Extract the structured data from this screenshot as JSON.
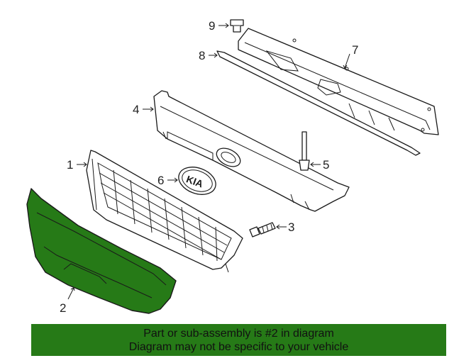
{
  "diagram": {
    "callouts": [
      "1",
      "2",
      "3",
      "4",
      "5",
      "6",
      "7",
      "8",
      "9"
    ],
    "highlight_color": "#267a17",
    "highlighted_part": "2"
  },
  "banner": {
    "line1": "Part or sub-assembly is #2 in diagram",
    "line2": "Diagram may not be specific to your vehicle",
    "background": "#267a17"
  }
}
